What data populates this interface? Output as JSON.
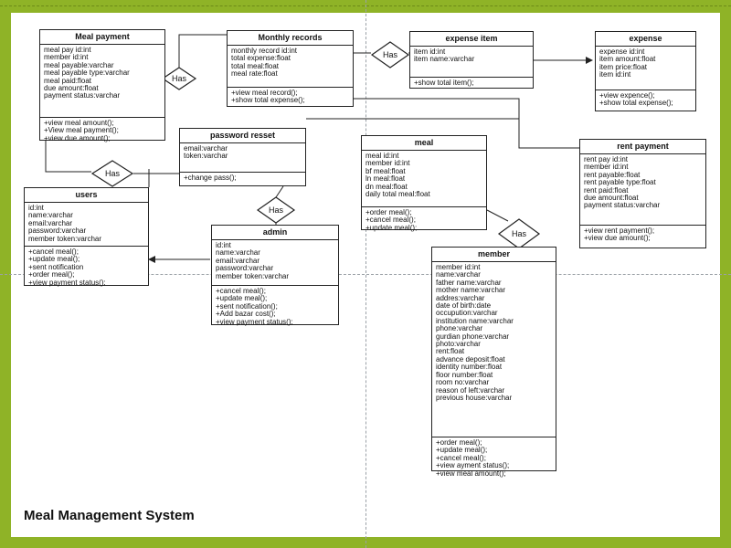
{
  "diagram": {
    "title": "Meal Management System",
    "relationship_label": "Has",
    "classes": {
      "meal_payment": {
        "name": "Meal payment",
        "attributes": [
          "meal pay id:int",
          "member id:int",
          "meal payable:varchar",
          "meal payable type:varchar",
          "meal paid:float",
          "due amount:float",
          "payment status:varchar"
        ],
        "operations": [
          "+view meal amount();",
          "+View meal payment();",
          "+view due amount();"
        ]
      },
      "monthly_records": {
        "name": "Monthly records",
        "attributes": [
          "monthly record id:int",
          "total expense:float",
          "total meal:float",
          "meal rate:float"
        ],
        "operations": [
          "+view meal record();",
          "+show total expense();"
        ]
      },
      "expense_item": {
        "name": "expense item",
        "attributes": [
          "item id:int",
          "item name:varchar"
        ],
        "operations": [
          "+show total item();"
        ]
      },
      "expense": {
        "name": "expense",
        "attributes": [
          "expense id:int",
          "item amount:float",
          "item price:float",
          "item id:int"
        ],
        "operations": [
          "+view expence();",
          "+show total expense();"
        ]
      },
      "password_reset": {
        "name": "password resset",
        "attributes": [
          "email:varchar",
          "token:varchar"
        ],
        "operations": [
          "+change pass();"
        ]
      },
      "meal": {
        "name": "meal",
        "attributes": [
          "meal id:int",
          "member id:int",
          "bf meal:float",
          "ln meal:float",
          "dn meal:float",
          "daily total meal:float"
        ],
        "operations": [
          "+order meal();",
          "+cancel meal();",
          "+update meal();"
        ]
      },
      "rent_payment": {
        "name": "rent payment",
        "attributes": [
          "rent pay id:int",
          "member id:int",
          "rent payable:float",
          "rent payable type:float",
          "rent paid:float",
          "due amount:float",
          "payment status:varchar"
        ],
        "operations": [
          "+view rent payment();",
          "+view due amount();"
        ]
      },
      "users": {
        "name": "users",
        "attributes": [
          "id:int",
          "name:varchar",
          "email:varchar",
          "password:varchar",
          "member token:varchar"
        ],
        "operations": [
          "+cancel meal();",
          "+update meal();",
          "+sent notification",
          "+order meal();",
          "+view payment status();"
        ]
      },
      "admin": {
        "name": "admin",
        "attributes": [
          "id:int",
          "name:varchar",
          "email:varchar",
          "password:varchar",
          "member token:varchar"
        ],
        "operations": [
          "+cancel meal();",
          "+update meal();",
          "+sent notification();",
          "+Add bazar cost();",
          "+view payment status();"
        ]
      },
      "member": {
        "name": "member",
        "attributes": [
          "member id:int",
          "name:varchar",
          "father name:varchar",
          "mother name:varchar",
          "addres:varchar",
          "date of birth:date",
          "occupution:varchar",
          "institution name:varchar",
          "phone:varchar",
          "gurdian phone:varchar",
          "photo:varchar",
          "rent:float",
          "advance deposit:float",
          "identity number:float",
          "floor number:float",
          "room no:varchar",
          "reason of left:varchar",
          "previous house:varchar"
        ],
        "operations": [
          "+order meal();",
          "+update meal();",
          "+cancel meal();",
          "+view ayment status();",
          "+view meal amount();"
        ]
      }
    }
  },
  "colors": {
    "frame": "#8fb327",
    "line": "#222222",
    "background": "#ffffff"
  }
}
